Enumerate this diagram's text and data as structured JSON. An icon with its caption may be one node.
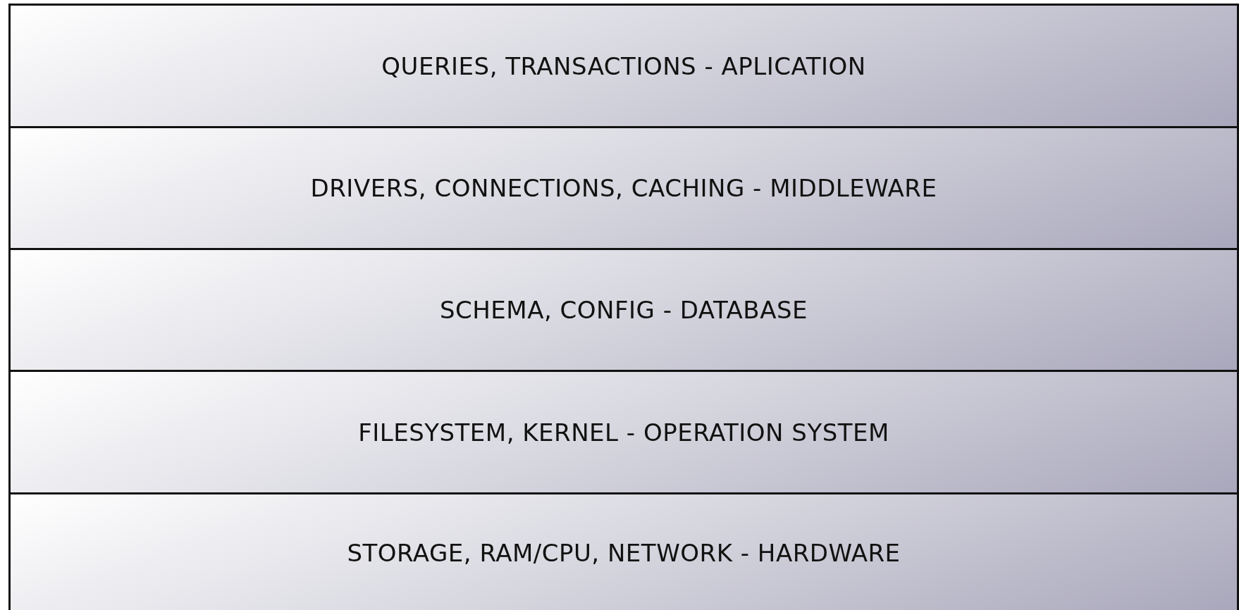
{
  "diagram": {
    "nodes": [
      {
        "text": [
          "QUERIES, TRANSACTIONS - APLICATION"
        ]
      },
      {
        "text": [
          "DRIVERS, CONNECTIONS, CACHING - MIDDLEWARE"
        ]
      },
      {
        "text": [
          "SCHEMA, CONFIG - DATABASE"
        ]
      },
      {
        "text": [
          "FILESYSTEM, KERNEL - OPERATION SYSTEM"
        ]
      },
      {
        "text": [
          "STORAGE, RAM/CPU, NETWORK - HARDWARE"
        ]
      }
    ]
  }
}
